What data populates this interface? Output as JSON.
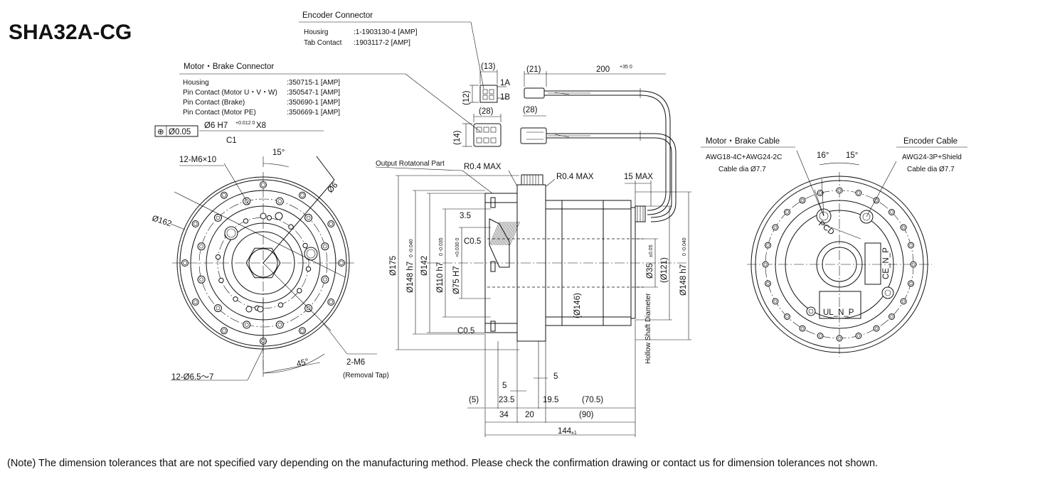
{
  "title": "SHA32A-CG",
  "note": "(Note) The dimension tolerances that are not specified vary depending on the manufacturing method. Please check the confirmation drawing or contact us for dimension tolerances not shown.",
  "encoder_connector": {
    "heading": "Encoder Connector",
    "rows": [
      {
        "key": "Housirg",
        "value": ":1-1903130-4 [AMP]"
      },
      {
        "key": "Tab Contact",
        "value": ":1903117-2    [AMP]"
      }
    ],
    "pin_a": "1A",
    "pin_b": "1B"
  },
  "motor_brake_connector": {
    "heading": "Motor・Brake Connector",
    "rows": [
      {
        "key": "Housing",
        "value": ":350715-1 [AMP]"
      },
      {
        "key": "Pin Contact (Motor U・V・W)",
        "value": ":350547-1 [AMP]"
      },
      {
        "key": "Pin Contact (Brake)",
        "value": ":350690-1 [AMP]"
      },
      {
        "key": "Pin Contact (Motor PE)",
        "value": ":350669-1 [AMP]"
      }
    ]
  },
  "front_view": {
    "tolerance_box_symbol": "⊕",
    "tolerance_box_value": "Ø0.05",
    "hole_spec": "Ø6 H7",
    "hole_tol": "+0.012  0",
    "hole_depth": "X8",
    "chamfer": "C1",
    "bolt_holes": "12-M6×10",
    "angle_15": "15°",
    "dia_6": "Ø6",
    "dia_162": "Ø162",
    "angle_45": "45°",
    "through_holes": "12-Ø6.5～7",
    "removal_tap": "2-M6",
    "removal_tap_note": "(Removal Tap)"
  },
  "side_view": {
    "output_part": "Output Rotatonal Part",
    "r_left": "R0.4 MAX",
    "r_right": "R0.4 MAX",
    "max_15": "15 MAX",
    "d175": "Ø175",
    "d148_left": "Ø148 h7",
    "d148_tol": "0  -0.040",
    "d142": "Ø142",
    "d110": "Ø110 h7",
    "d110_tol": "0  -0.035",
    "d75": "Ø75 H7",
    "d75_tol": "+0.030  0",
    "d35": "Ø35",
    "d35_tol": "±0.05",
    "d121": "(Ø121)",
    "d148_right": "Ø148 h7",
    "d146": "(Ø146)",
    "hollow": "Hollow Shaft Diameter",
    "dim_35": "3.5",
    "c05_top": "C0.5",
    "c05_bottom": "C0.5",
    "d5a": "5",
    "d5b": "5",
    "d5_paren": "(5)",
    "d23_5": "23.5",
    "d19_5": "19.5",
    "d70_5": "(70.5)",
    "d34": "34",
    "d20": "20",
    "d90": "(90)",
    "d144": "144",
    "d144_tol": "±1",
    "d200": "200",
    "d200_tol": "+35  0",
    "d21": "(21)",
    "d28a": "(28)",
    "d28b": "(28)",
    "d13": "(13)",
    "d12": "(12)",
    "d14": "(14)"
  },
  "rear_view": {
    "motor_brake_cable": "Motor・Brake Cable",
    "motor_brake_cable_spec": "AWG18-4C+AWG24-2C",
    "motor_brake_cable_dia": "Cable dia Ø7.7",
    "encoder_cable": "Encoder Cable",
    "encoder_cable_spec": "AWG24-3P+Shield",
    "encoder_cable_dia": "Cable dia Ø7.7",
    "angle_16": "16°",
    "angle_15": "15°",
    "pcd": "PCD",
    "ce_mark": "CE_N_P",
    "ul_mark": "UL_N_P"
  }
}
